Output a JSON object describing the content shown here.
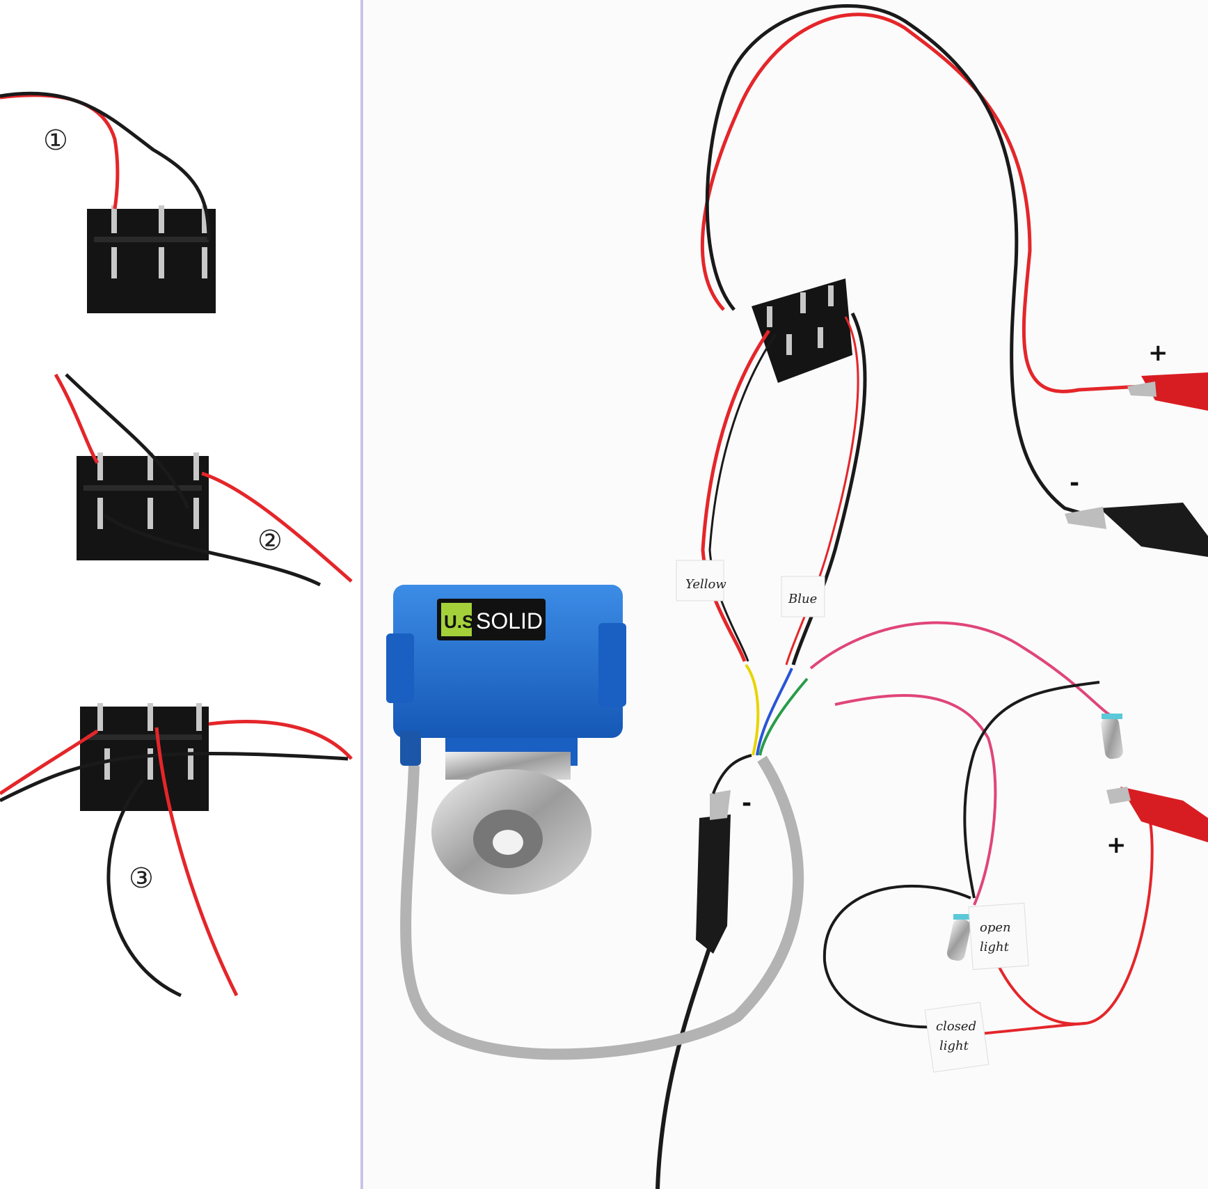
{
  "steps": {
    "step1": "①",
    "step2": "②",
    "step3": "③"
  },
  "brand": {
    "us": "U.S.",
    "solid": "SOLID"
  },
  "wire_tags": {
    "yellow": "Yellow",
    "blue": "Blue",
    "open_light_1": "open",
    "open_light_2": "light",
    "closed_light_1": "closed",
    "closed_light_2": "light"
  },
  "polarity": {
    "top_plus": "+",
    "top_minus": "-",
    "mid_minus": "-",
    "bottom_plus": "+"
  },
  "colors": {
    "red_wire": "#e4262a",
    "black_wire": "#1a1a1a",
    "valve_blue": "#1e6fd0",
    "pink_wire": "#e0457a",
    "divider": "#c9c3e6"
  }
}
